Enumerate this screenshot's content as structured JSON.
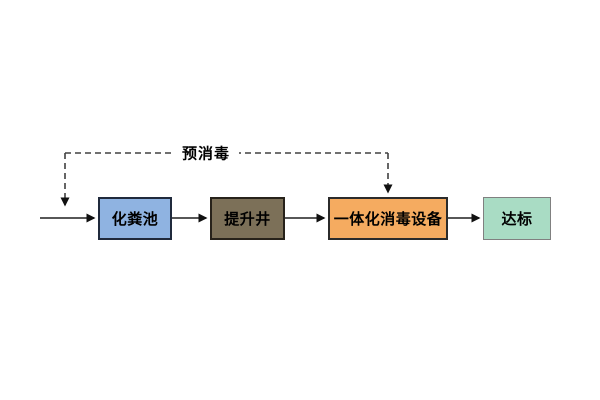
{
  "diagram": {
    "flow_label": "预消毒",
    "line_color": "#3f3f3f",
    "dash_color": "#404040",
    "nodes": [
      {
        "id": "septic-tank",
        "label": "化粪池",
        "fill": "#8fb3e1",
        "border": "#202a3c"
      },
      {
        "id": "lift-well",
        "label": "提升井",
        "fill": "#7c7058",
        "border": "#27221a"
      },
      {
        "id": "integrated-disinfection-equipment",
        "label": "一体化消毒设备",
        "fill": "#f5ab60",
        "border": "#2b2b2b"
      },
      {
        "id": "compliance",
        "label": "达标",
        "fill": "#a9dcc4",
        "border": "#808080"
      }
    ]
  }
}
